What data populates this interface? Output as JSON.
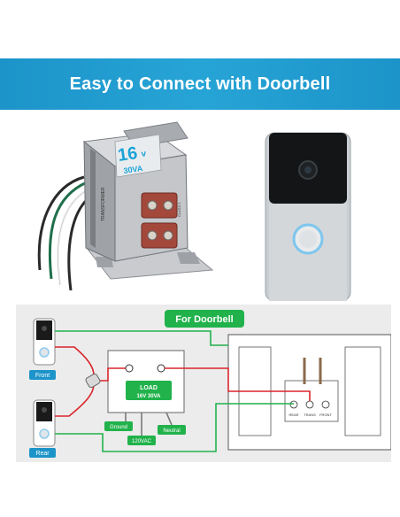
{
  "banner": {
    "title": "Easy to Connect with Doorbell"
  },
  "transformer": {
    "voltage": "16",
    "voltage_unit": "v",
    "power": "30VA",
    "label_side": "TRANSFORMER",
    "label_class": "CLASS 2"
  },
  "diagram": {
    "title": "For Doorbell",
    "doorbell_front_label": "Front",
    "doorbell_rear_label": "Rear",
    "load_label": "LOAD",
    "load_rating": "16V 30VA",
    "ground_label": "Ground",
    "neutral_label": "Neutral",
    "mains_label": "120VAC",
    "terminal_rear": "REAR",
    "terminal_trans": "TRANS",
    "terminal_front": "FRONT"
  },
  "colors": {
    "banner": "#1f9bd0",
    "label_green": "#21b24b",
    "wire_red": "#d9252b",
    "wire_green": "#21b24b"
  }
}
